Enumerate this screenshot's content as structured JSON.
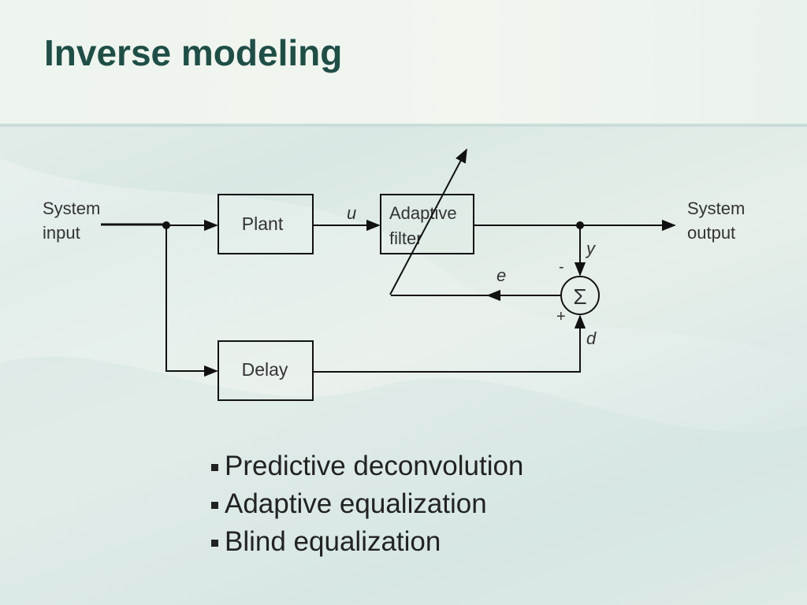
{
  "slide": {
    "title": "Inverse modeling",
    "accent_color": "#1f4e47"
  },
  "diagram": {
    "system_input": [
      "System",
      "input"
    ],
    "system_output": [
      "System",
      "output"
    ],
    "plant": "Plant",
    "adaptive_filter": [
      "Adaptive",
      "filter"
    ],
    "delay": "Delay",
    "signal_u": "u",
    "signal_y": "y",
    "signal_e": "e",
    "signal_d": "d",
    "minus_sign": "-",
    "plus_sign": "+",
    "sum_symbol": "Σ"
  },
  "bullets": [
    "Predictive deconvolution",
    "Adaptive equalization",
    "Blind equalization"
  ]
}
